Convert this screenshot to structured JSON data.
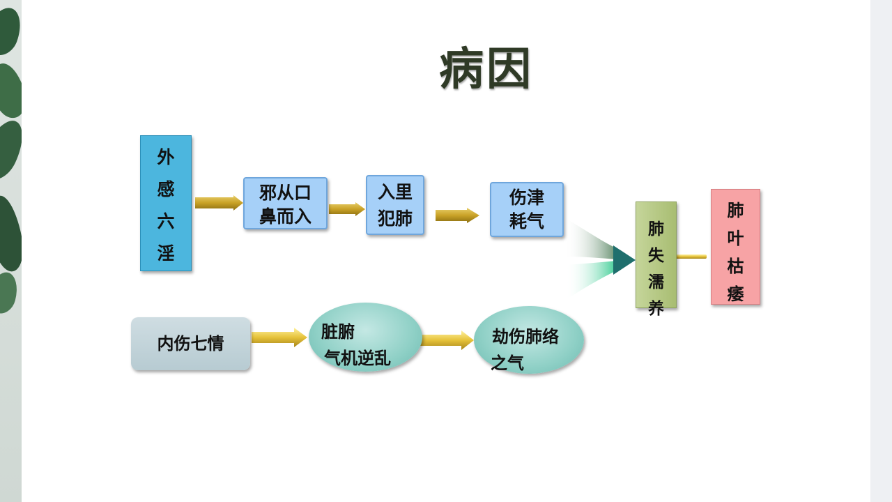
{
  "title": "病因",
  "nodes": {
    "external": [
      "外",
      "感",
      "六",
      "淫"
    ],
    "evil_entry": [
      "邪从口",
      "鼻而入"
    ],
    "enter_lung": [
      "入里",
      "犯肺"
    ],
    "damage_fluid": [
      "伤津",
      "耗气"
    ],
    "lung_nourish": [
      "肺",
      "失",
      "濡",
      "养"
    ],
    "lung_wither": [
      "肺",
      "叶",
      "枯",
      "痿"
    ],
    "internal": "内伤七情",
    "organ_chaos": [
      "脏腑",
      "气机逆乱"
    ],
    "damage_collateral": [
      "劫伤肺络",
      "之气"
    ]
  },
  "colors": {
    "external": "#4cb6de",
    "light_blue": "#a6d0f8",
    "green": "#b6c985",
    "pink": "#f7a3a5",
    "gray": "#c3d4da",
    "oval": "#8fd0c6",
    "arrow": "#c9a227"
  }
}
